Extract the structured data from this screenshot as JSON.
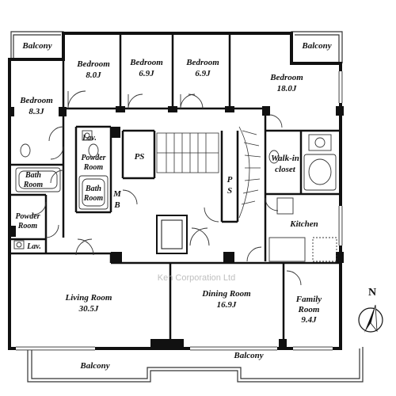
{
  "rooms": {
    "balcony_top_left": {
      "name": "Balcony"
    },
    "balcony_top_right": {
      "name": "Balcony"
    },
    "balcony_bottom_left": {
      "name": "Balcony"
    },
    "balcony_bottom_right": {
      "name": "Balcony"
    },
    "bedroom_1": {
      "name": "Bedroom",
      "size": "8.0J"
    },
    "bedroom_2": {
      "name": "Bedroom",
      "size": "6.9J"
    },
    "bedroom_3": {
      "name": "Bedroom",
      "size": "6.9J"
    },
    "bedroom_4": {
      "name": "Bedroom",
      "size": "18.0J"
    },
    "bedroom_5": {
      "name": "Bedroom",
      "size": "8.3J"
    },
    "bath_left": {
      "name_line1": "Bath",
      "name_line2": "Room"
    },
    "bath_center": {
      "name_line1": "Bath",
      "name_line2": "Room"
    },
    "powder_left": {
      "name_line1": "Powder",
      "name_line2": "Room"
    },
    "powder_center": {
      "name_line1": "Powder",
      "name_line2": "Room"
    },
    "lav_left": {
      "name": "Lav."
    },
    "lav_center": {
      "name": "Lav."
    },
    "ps_center": {
      "name": "PS"
    },
    "ps_right_p": {
      "name": "P"
    },
    "ps_right_s": {
      "name": "S"
    },
    "mb_m": {
      "name": "M"
    },
    "mb_b": {
      "name": "B"
    },
    "walk_in": {
      "name_line1": "Walk-in",
      "name_line2": "closet"
    },
    "kitchen": {
      "name": "Kitchen"
    },
    "living": {
      "name": "Living Room",
      "size": "30.5J"
    },
    "dining": {
      "name": "Dining Room",
      "size": "16.9J"
    },
    "family": {
      "name_line1": "Family",
      "name_line2": "Room",
      "size": "9.4J"
    }
  },
  "watermark": "Ken Corporation Ltd",
  "compass": {
    "letter": "N"
  },
  "colors": {
    "wall": "#111111",
    "line": "#333333",
    "watermark": "#bfbfbf"
  }
}
